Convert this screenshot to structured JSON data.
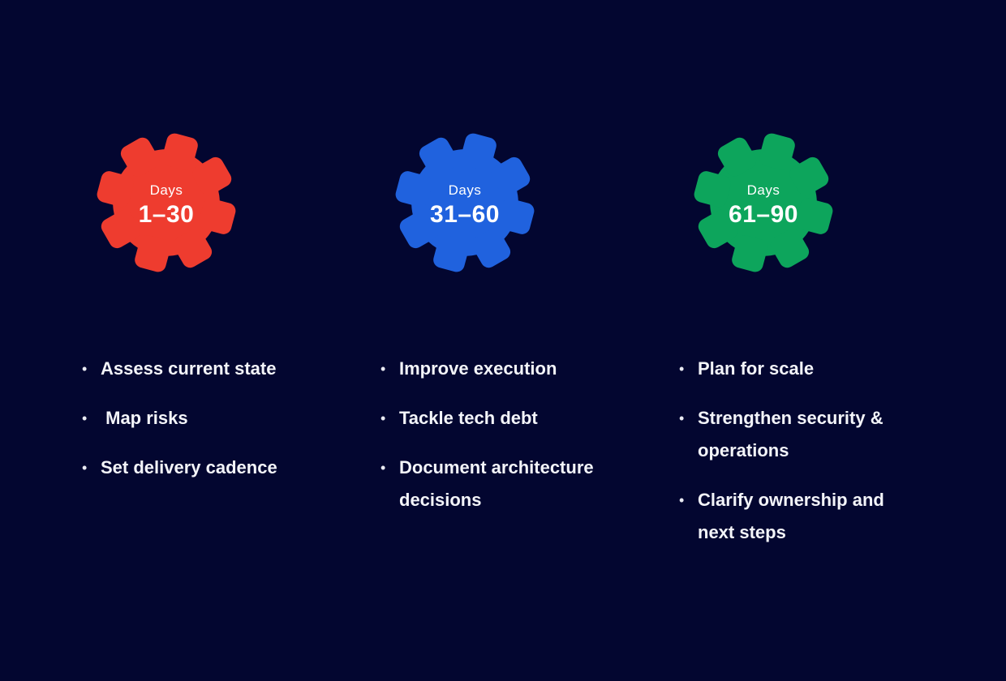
{
  "background_color": "#030630",
  "text_color": "#f3f4f9",
  "columns": [
    {
      "gear": {
        "color": "#ee3c2f",
        "label_top": "Days",
        "label_range": "1–30"
      },
      "bullets": [
        "Assess current state",
        " Map risks",
        "Set delivery cadence"
      ]
    },
    {
      "gear": {
        "color": "#2062de",
        "label_top": "Days",
        "label_range": "31–60"
      },
      "bullets": [
        "Improve execution",
        "Tackle tech debt",
        "Document architecture decisions"
      ]
    },
    {
      "gear": {
        "color": "#0da55c",
        "label_top": "Days",
        "label_range": "61–90"
      },
      "bullets": [
        "Plan for scale",
        "Strengthen security & operations",
        "Clarify ownership and next steps"
      ]
    }
  ]
}
